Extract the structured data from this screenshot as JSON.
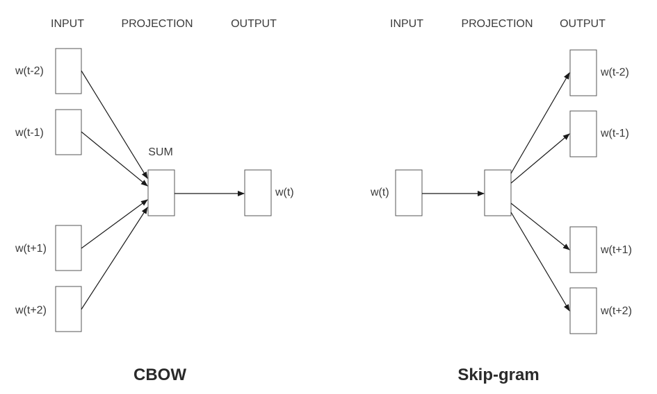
{
  "cbow": {
    "headers": {
      "input": "INPUT",
      "projection": "PROJECTION",
      "output": "OUTPUT"
    },
    "inputs": [
      "w(t-2)",
      "w(t-1)",
      "w(t+1)",
      "w(t+2)"
    ],
    "projection_label": "SUM",
    "output": "w(t)",
    "title": "CBOW"
  },
  "skipgram": {
    "headers": {
      "input": "INPUT",
      "projection": "PROJECTION",
      "output": "OUTPUT"
    },
    "input": "w(t)",
    "outputs": [
      "w(t-2)",
      "w(t-1)",
      "w(t+1)",
      "w(t+2)"
    ],
    "title": "Skip-gram"
  }
}
